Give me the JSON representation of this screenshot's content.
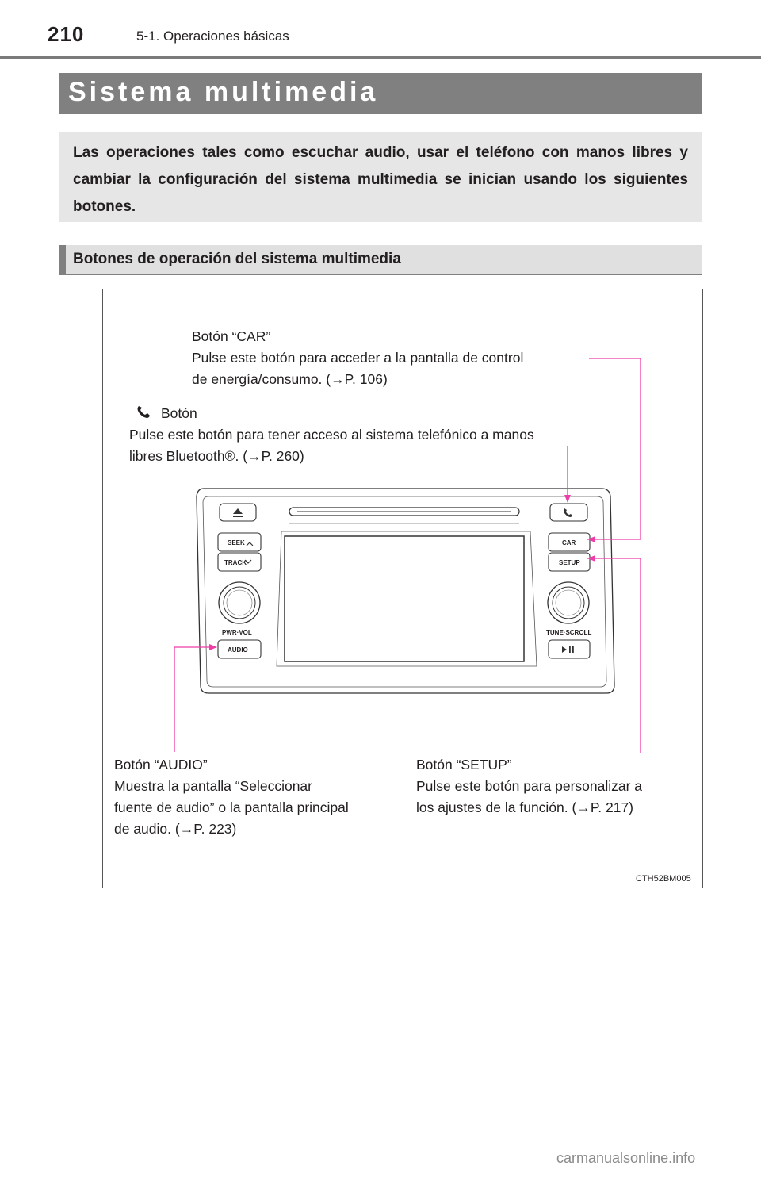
{
  "header": {
    "page_number": "210",
    "section": "5-1. Operaciones básicas"
  },
  "title": "Sistema multimedia",
  "intro": "Las operaciones tales como escuchar audio, usar el teléfono con manos libres y cambiar la configuración del sistema multimedia se inician usando los siguientes botones.",
  "subsection_title": "Botones de operación del sistema multimedia",
  "figure": {
    "car_title": "Botón “CAR”",
    "car_desc_1": "Pulse este botón para acceder a la pantalla de control",
    "car_desc_2": "de energía/consumo. (→P. 106)",
    "phone_title": "Botón",
    "phone_desc_1": "Pulse este botón para tener acceso al sistema telefónico a manos",
    "phone_desc_2": "libres Bluetooth®. (→P. 260)",
    "audio_title": "Botón “AUDIO”",
    "audio_desc_1": "Muestra la pantalla “Seleccionar",
    "audio_desc_2": "fuente de audio” o la pantalla principal",
    "audio_desc_3": "de audio. (→P. 223)",
    "setup_title": "Botón “SETUP”",
    "setup_desc_1": "Pulse este botón para personalizar a",
    "setup_desc_2": "los ajustes de la función. (→P. 217)",
    "code": "CTH52BM005",
    "unit_buttons": {
      "seek": "SEEK",
      "track": "TRACK",
      "pwr_vol": "PWR·VOL",
      "audio": "AUDIO",
      "car": "CAR",
      "setup": "SETUP",
      "tune_scroll": "TUNE·SCROLL"
    }
  },
  "callout_color": "#ee3da8",
  "watermark": "carmanualsonline.info"
}
